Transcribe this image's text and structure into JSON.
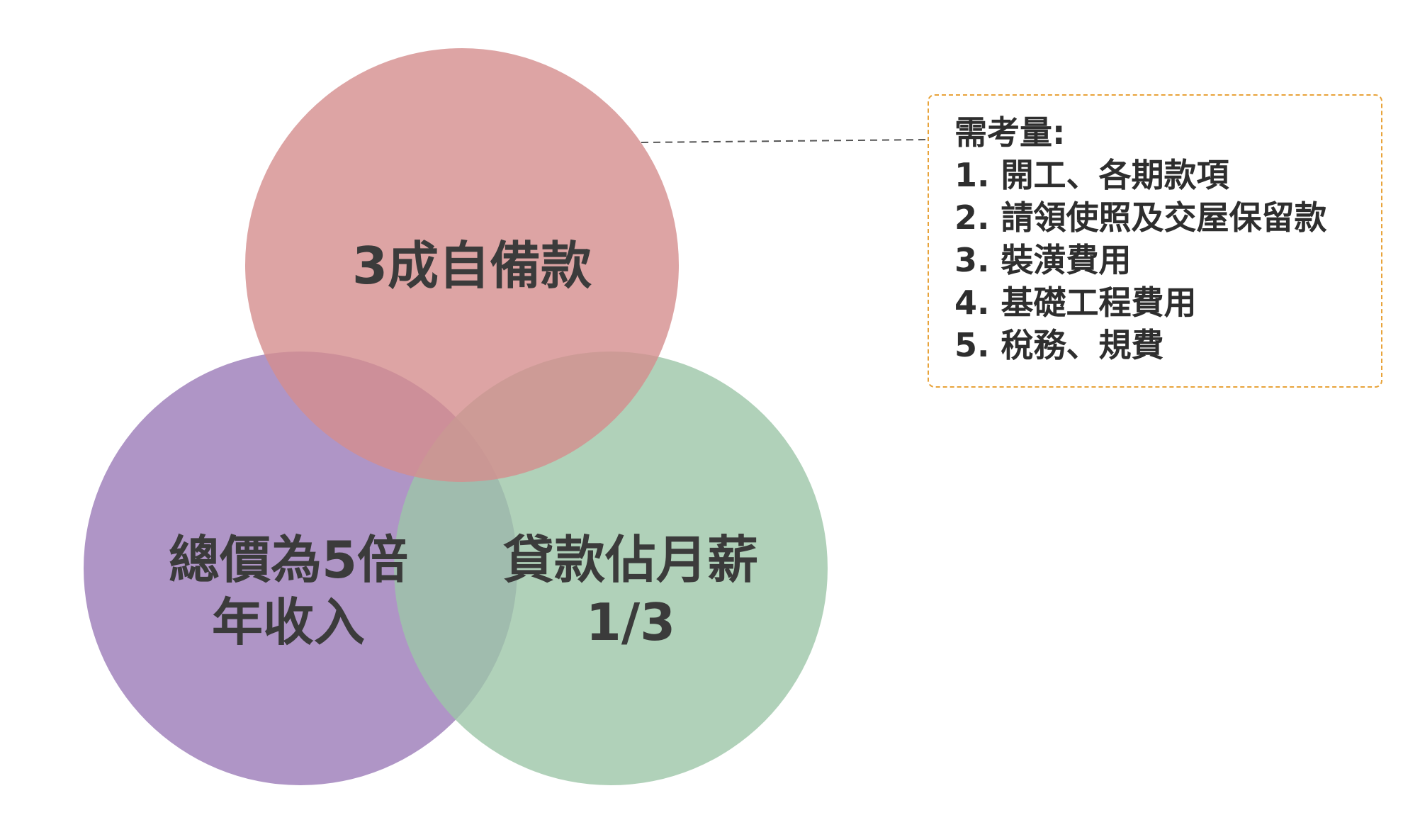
{
  "venn": {
    "top": {
      "line1": "3成自備款",
      "color": "#d58d8d"
    },
    "left": {
      "line1": "總價為5倍",
      "line2": "年收入",
      "color": "#9b7ab8"
    },
    "right": {
      "line1": "貸款佔月薪",
      "line2": "1/3",
      "color": "#9cc6a8"
    }
  },
  "note": {
    "title": "需考量:",
    "items": [
      "1. 開工、各期款項",
      "2. 請領使照及交屋保留款",
      "3. 裝潢費用",
      "4. 基礎工程費用",
      "5. 稅務、規費"
    ],
    "border_color": "#e8a33a"
  }
}
